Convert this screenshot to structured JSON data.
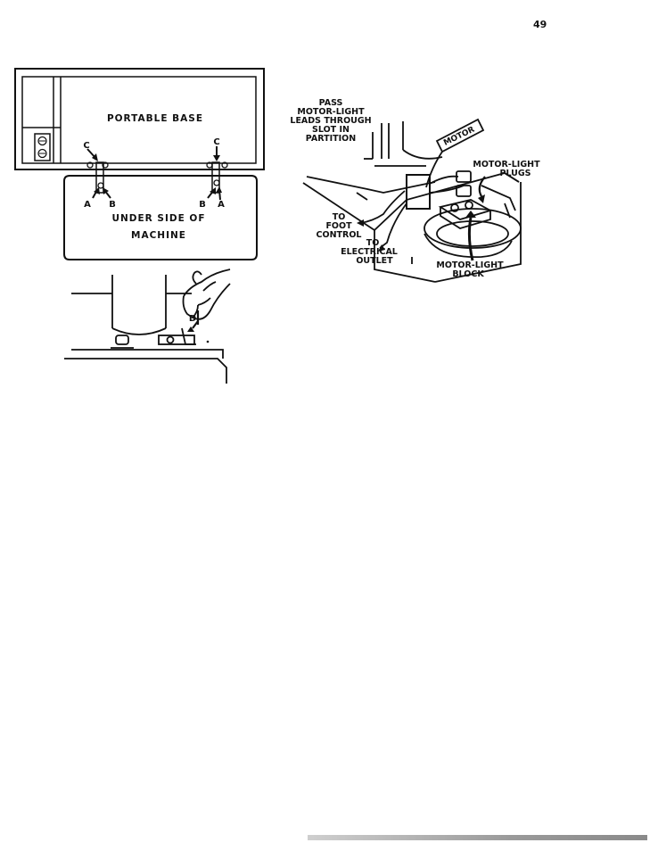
{
  "page": {
    "number": "49"
  },
  "figure_left": {
    "portable_base_label": "PORTABLE BASE",
    "underside_line1": "UNDER SIDE OF",
    "underside_line2": "MACHINE",
    "letter_a": "A",
    "letter_b": "B",
    "letter_c": "C",
    "letter_d": "D"
  },
  "figure_right": {
    "pass_line1": "PASS",
    "pass_line2": "MOTOR-LIGHT",
    "pass_line3": "LEADS THROUGH",
    "pass_line4": "SLOT IN",
    "pass_line5": "PARTITION",
    "motor": "MOTOR",
    "plugs_line1": "MOTOR-LIGHT",
    "plugs_line2": "PLUGS",
    "foot_line1": "TO",
    "foot_line2": "FOOT",
    "foot_line3": "CONTROL",
    "outlet_line1": "TO",
    "outlet_line2": "ELECTRICAL",
    "outlet_line3": "OUTLET",
    "block_line1": "MOTOR-LIGHT",
    "block_line2": "BLOCK"
  }
}
